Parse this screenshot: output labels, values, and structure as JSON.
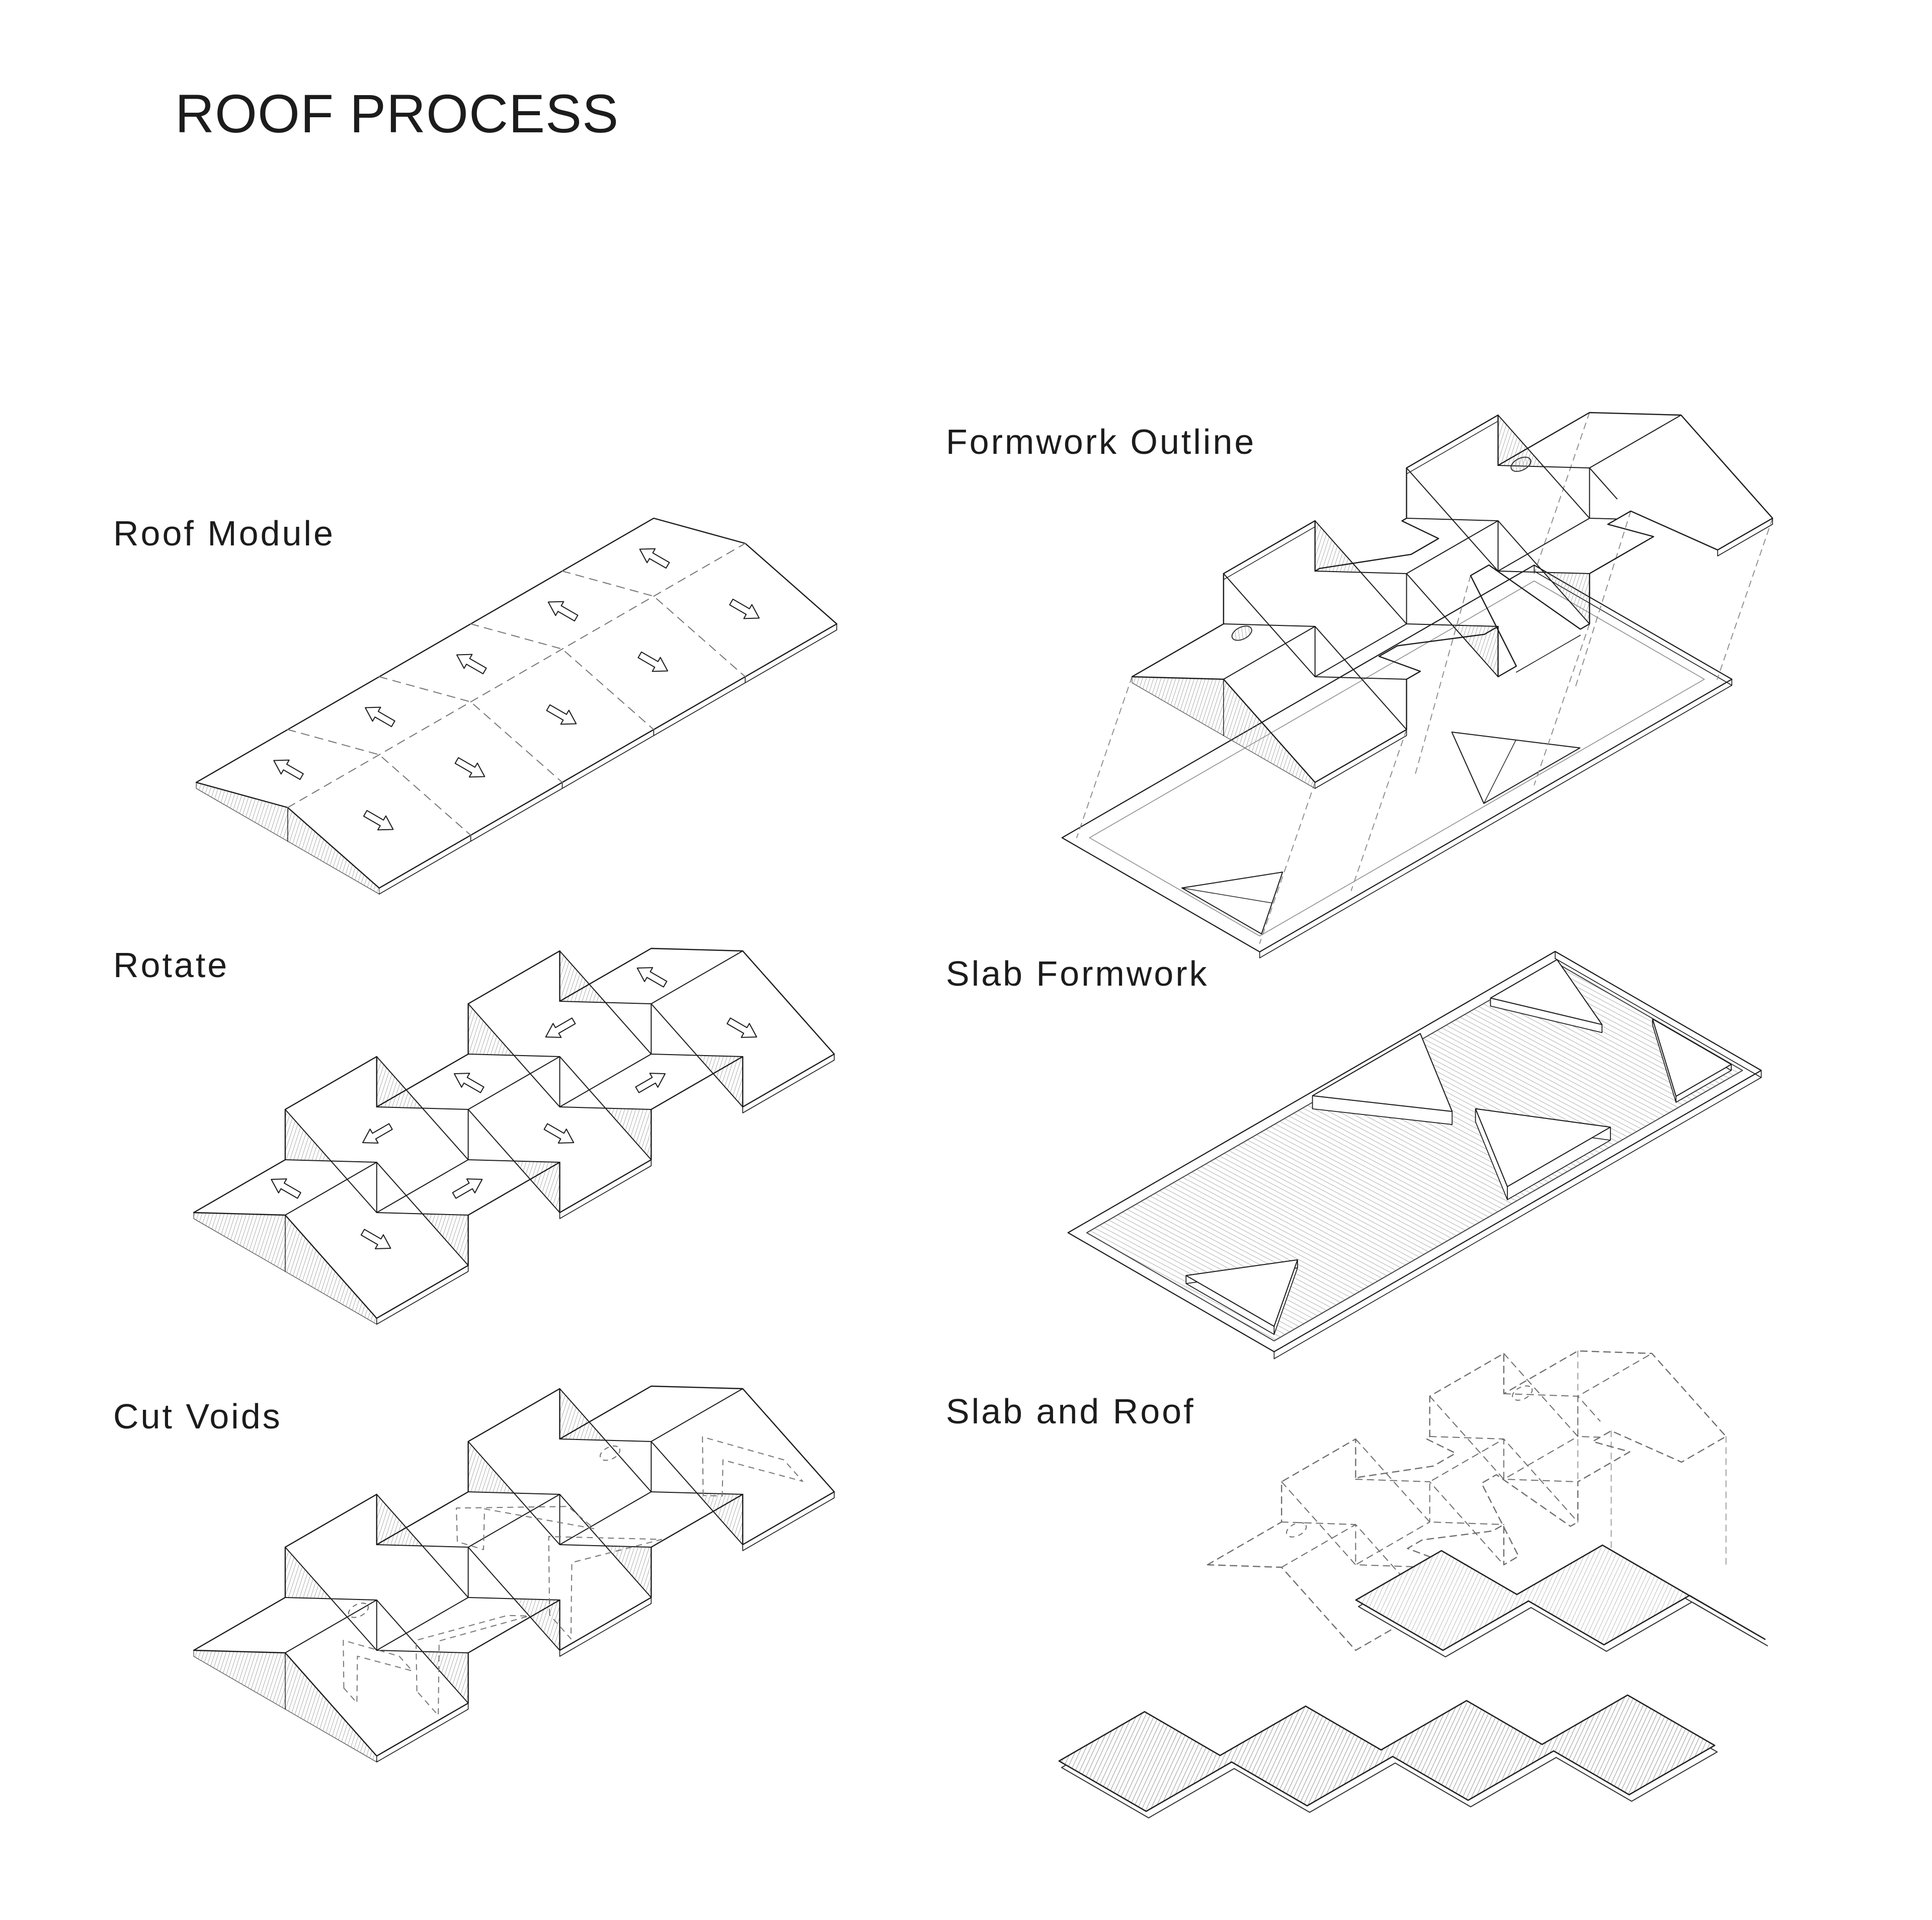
{
  "title": "ROOF PROCESS",
  "panels": {
    "roof_module": {
      "label": "Roof Module"
    },
    "rotate": {
      "label": "Rotate"
    },
    "cut_voids": {
      "label": "Cut Voids"
    },
    "formwork_outline": {
      "label": "Formwork Outline"
    },
    "slab_formwork": {
      "label": "Slab Formwork"
    },
    "slab_and_roof": {
      "label": "Slab and Roof"
    }
  },
  "arrows": {
    "roof_module": {
      "back_row": "up-left",
      "front_row": "down-right",
      "count": 10
    },
    "rotate": {
      "directions": [
        "up-left",
        "down-right",
        "down-left",
        "up-right"
      ],
      "count": 10
    }
  },
  "colors": {
    "background": "#ffffff",
    "ink": "#1c1c1c",
    "dash_gray": "#6f6f6f",
    "hatch_gray": "#8a8a8a",
    "slab_hatch_gray": "#9a9a9a",
    "concrete_hatch_gray": "#777777",
    "concrete_hatch_light": "#a8a8a8"
  }
}
